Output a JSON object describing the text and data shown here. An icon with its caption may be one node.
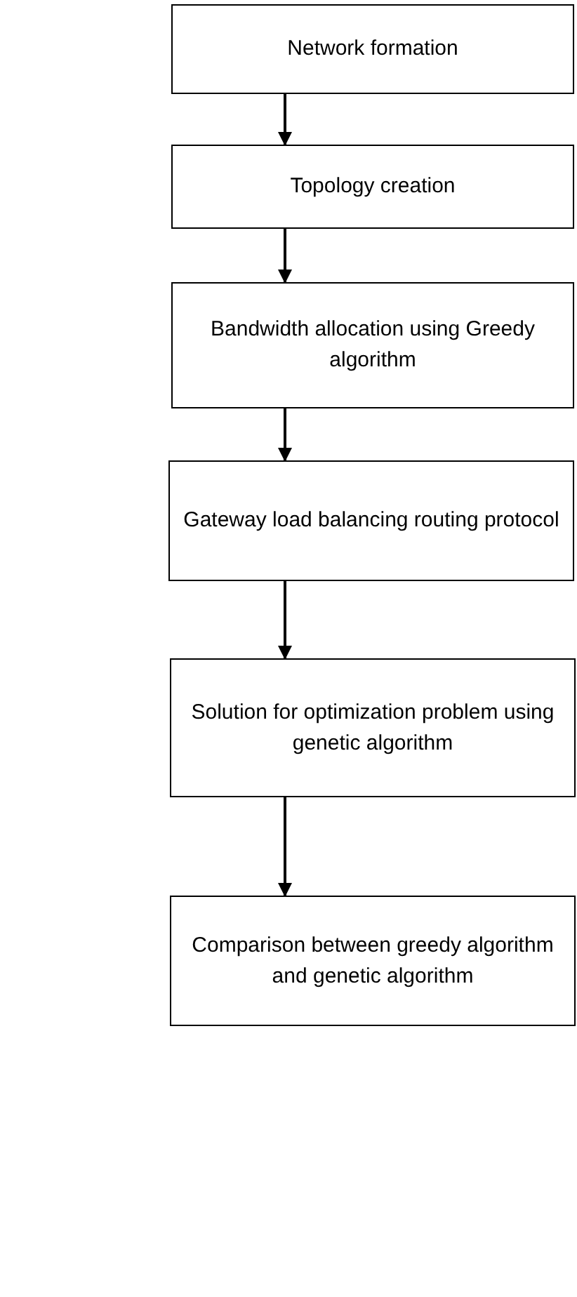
{
  "diagram": {
    "nodes": [
      {
        "text": [
          "Network formation"
        ]
      },
      {
        "text": [
          "Topology creation"
        ]
      },
      {
        "text": [
          "Bandwidth allocation using Greedy algorithm"
        ]
      },
      {
        "text": [
          "Gateway load balancing routing protocol"
        ]
      },
      {
        "text": [
          "Solution for optimization problem using genetic algorithm"
        ]
      },
      {
        "text": [
          "Comparison between greedy algorithm and genetic algorithm"
        ]
      }
    ],
    "edges": [
      {
        "from": 0,
        "to": 1,
        "arrow": "to"
      },
      {
        "from": 1,
        "to": 2,
        "arrow": "to"
      },
      {
        "from": 2,
        "to": 3,
        "arrow": "to"
      },
      {
        "from": 3,
        "to": 4,
        "arrow": "to"
      },
      {
        "from": 4,
        "to": 5,
        "arrow": "to"
      }
    ]
  }
}
